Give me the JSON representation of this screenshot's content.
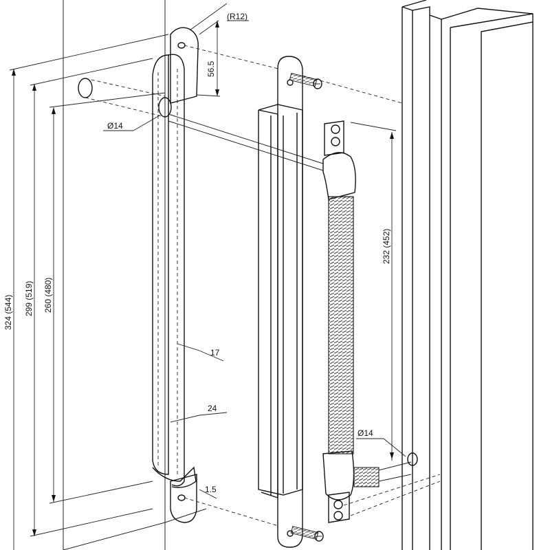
{
  "dimensions": {
    "radius": "(R12)",
    "top_offset": "56.5",
    "rod_diameter_left": "Ø14",
    "total_height": "324 (544)",
    "outer_height": "299 (519)",
    "inner_height": "260 (480)",
    "depth_17": "17",
    "depth_24": "24",
    "thickness": "1.5",
    "spring_height": "232 (452)",
    "rod_diameter_right": "Ø14"
  }
}
